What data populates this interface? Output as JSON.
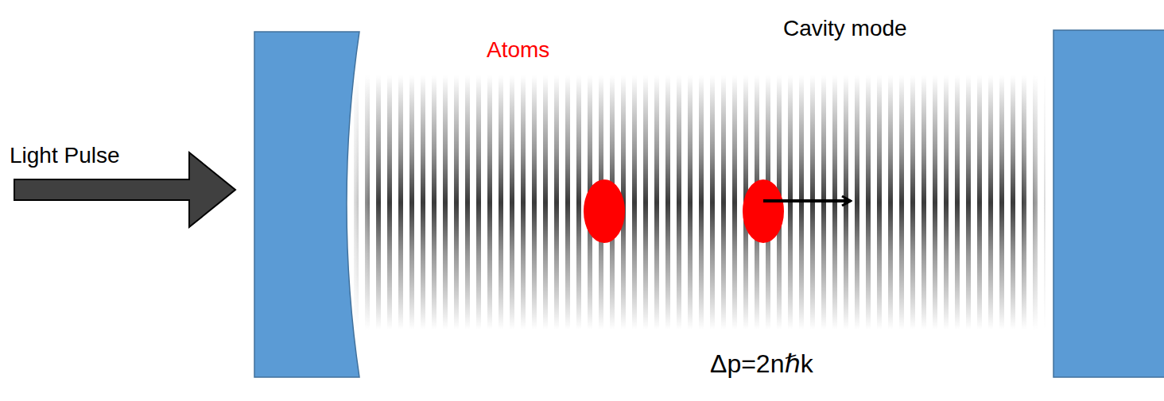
{
  "diagram": {
    "labels": [
      "Light Pulse",
      "Atoms",
      "Cavity mode",
      "Δp=2nℏk"
    ]
  }
}
